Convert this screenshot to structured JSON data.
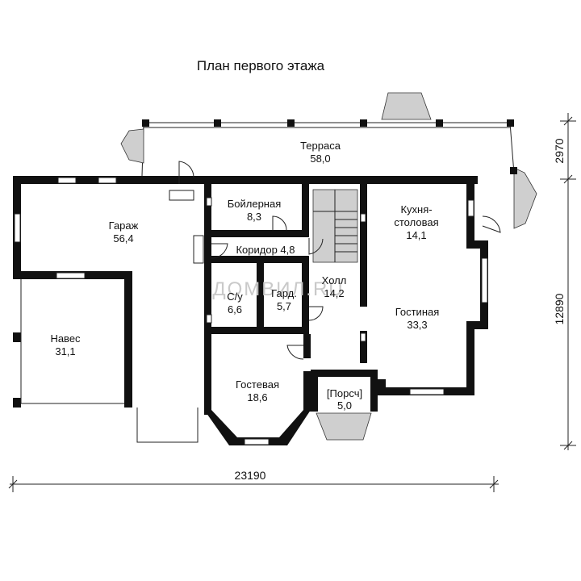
{
  "title": "План первого этажа",
  "watermark": "ДОМВИЛ.RU",
  "rooms": {
    "terrace": {
      "name": "Терраса",
      "area": "58,0"
    },
    "garage": {
      "name": "Гараж",
      "area": "56,4"
    },
    "boiler": {
      "name": "Бойлерная",
      "area": "8,3"
    },
    "corridor": {
      "name": "Коридор 4,8"
    },
    "kitchen": {
      "name1": "Кухня-",
      "name2": "столовая",
      "area": "14,1"
    },
    "bathroom": {
      "name": "С/у",
      "area": "6,6"
    },
    "wardrobe": {
      "name": "Гард.",
      "area": "5,7"
    },
    "hall": {
      "name": "Холл",
      "area": "14,2"
    },
    "living": {
      "name": "Гостиная",
      "area": "33,3"
    },
    "canopy": {
      "name": "Навес",
      "area": "31,1"
    },
    "guest": {
      "name": "Гостевая",
      "area": "18,6"
    },
    "porch": {
      "name": "[Порсч]",
      "area": "5,0"
    }
  },
  "dimensions": {
    "width": "23190",
    "height_main": "12890",
    "height_terrace": "2970"
  },
  "colors": {
    "wall": "#111111",
    "stairs": "#cfcfcf",
    "watermark": "#c9c9c9"
  }
}
